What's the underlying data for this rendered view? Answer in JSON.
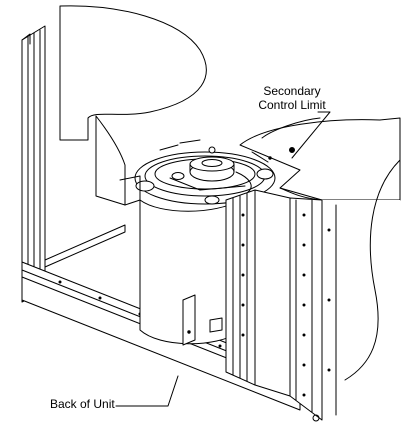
{
  "labels": {
    "secondary_line1": "Secondary",
    "secondary_line2": "Control Limit",
    "back_of_unit": "Back of Unit"
  },
  "colors": {
    "line": "#000000",
    "background": "#ffffff"
  }
}
